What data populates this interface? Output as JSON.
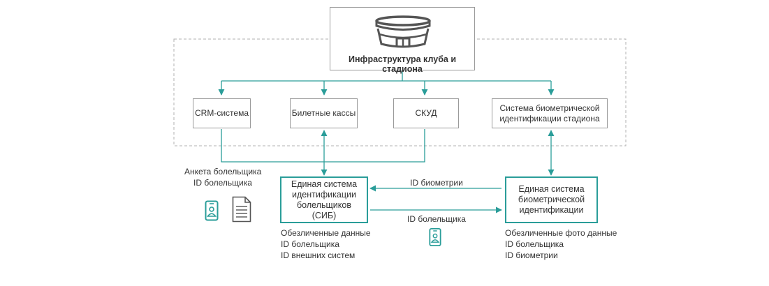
{
  "colors": {
    "accent": "#2a9d99",
    "box_border": "#9a9a9a",
    "text": "#333333",
    "dashed": "#b0b0b0"
  },
  "infrastructure": {
    "title": "Инфраструктура клуба и стадиона",
    "icon": "stadium-icon"
  },
  "systems": {
    "crm": "CRM-система",
    "ticket_office": "Билетные кассы",
    "skud": "СКУД",
    "stadium_biometric": "Система биометрической идентификации стадиона"
  },
  "sib": {
    "title": "Единая система идентификации болельщиков (СИБ)",
    "data_lines": [
      "Обезличенные данные",
      "ID болельщика",
      "ID внешних систем"
    ]
  },
  "ebs": {
    "title": "Единая система биометрической идентификации",
    "data_lines": [
      "Обезличенные фото данные",
      "ID болельщика",
      "ID биометрии"
    ]
  },
  "fan": {
    "lines": [
      "Анкета болельщика",
      "ID болельщика"
    ],
    "icons": [
      "id-badge-icon",
      "document-icon"
    ]
  },
  "arrows": {
    "to_sib": "ID биометрии",
    "to_ebs": "ID болельщика",
    "to_ebs_icon": "id-badge-icon"
  }
}
